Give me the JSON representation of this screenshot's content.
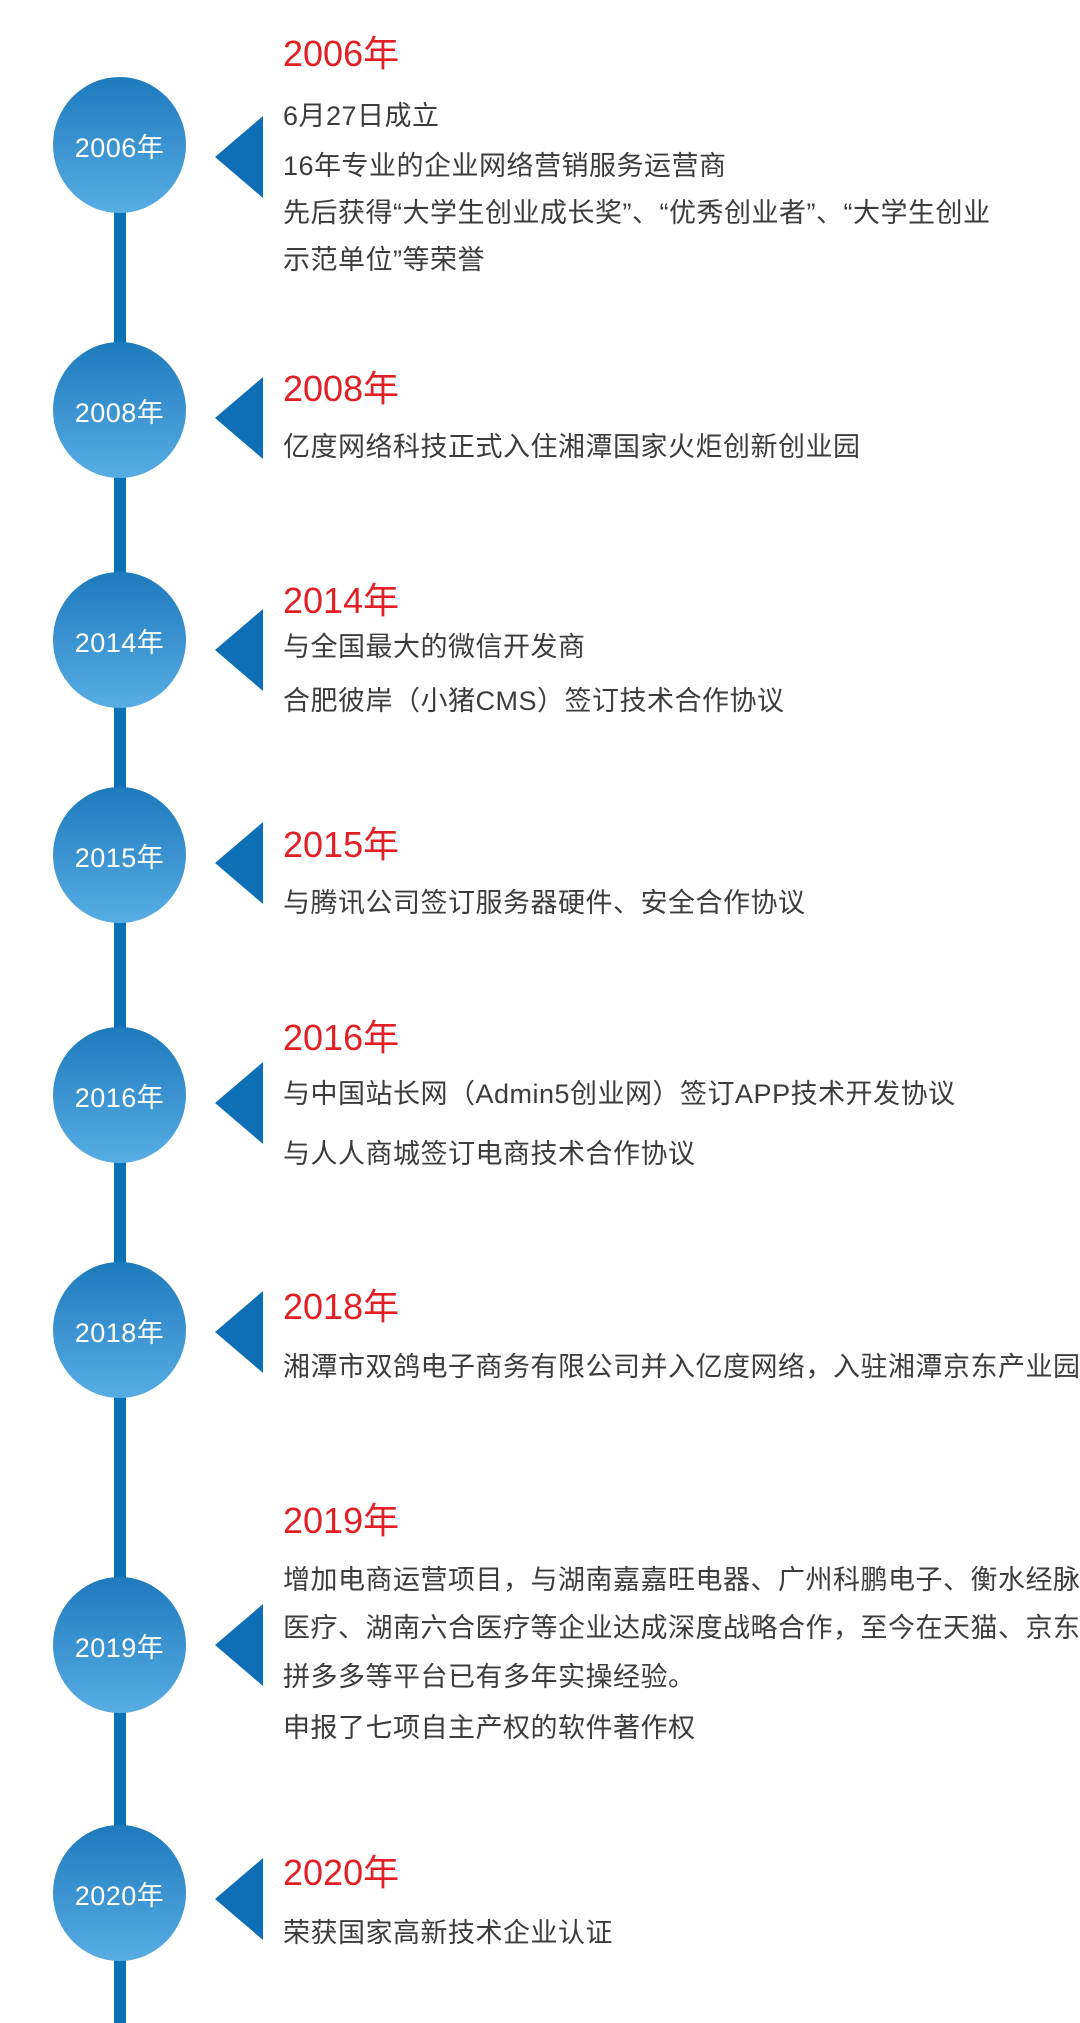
{
  "timeline": {
    "colors": {
      "line": "#0b73b5",
      "circle_gradient_top": "#1d7abc",
      "circle_gradient_bottom": "#58ade4",
      "triangle": "#0e6fb6",
      "heading": "#e02025",
      "body_text": "#3c3c3c",
      "circle_label": "#ffffff"
    },
    "sections": [
      {
        "circle_label": "2006年",
        "heading": "2006年",
        "lines": [
          "6月27日成立",
          "16年专业的企业网络营销服务运营商",
          "先后获得“大学生创业成长奖”、“优秀创业者”、“大学生创业",
          "示范单位”等荣誉"
        ]
      },
      {
        "circle_label": "2008年",
        "heading": "2008年",
        "lines": [
          "亿度网络科技正式入住湘潭国家火炬创新创业园"
        ]
      },
      {
        "circle_label": "2014年",
        "heading": "2014年",
        "lines": [
          "与全国最大的微信开发商",
          "合肥彼岸（小猪CMS）签订技术合作协议"
        ]
      },
      {
        "circle_label": "2015年",
        "heading": "2015年",
        "lines": [
          "与腾讯公司签订服务器硬件、安全合作协议"
        ]
      },
      {
        "circle_label": "2016年",
        "heading": "2016年",
        "lines": [
          "与中国站长网（Admin5创业网）签订APP技术开发协议",
          "与人人商城签订电商技术合作协议"
        ]
      },
      {
        "circle_label": "2018年",
        "heading": "2018年",
        "lines": [
          "湘潭市双鸽电子商务有限公司并入亿度网络，入驻湘潭京东产业园"
        ]
      },
      {
        "circle_label": "2019年",
        "heading": "2019年",
        "lines": [
          "增加电商运营项目，与湖南嘉嘉旺电器、广州科鹏电子、衡水经脉",
          "医疗、湖南六合医疗等企业达成深度战略合作，至今在天猫、京东、",
          "拼多多等平台已有多年实操经验。",
          "申报了七项自主产权的软件著作权"
        ]
      },
      {
        "circle_label": "2020年",
        "heading": "2020年",
        "lines": [
          "荣获国家高新技术企业认证"
        ]
      }
    ]
  }
}
